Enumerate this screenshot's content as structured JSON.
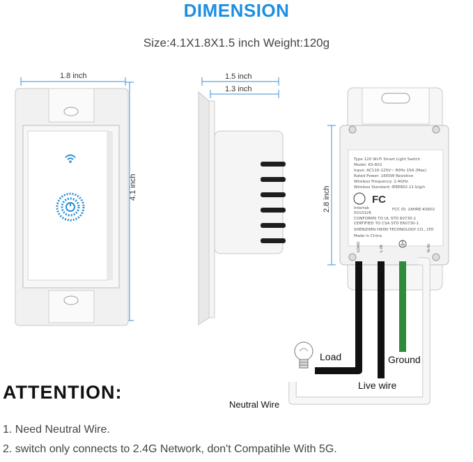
{
  "header": {
    "title": "DIMENSION",
    "size_line": "Size:4.1X1.8X1.5 inch Weight:120g"
  },
  "dimensions": {
    "front_width": "1.8 inch",
    "front_height": "4.1 inch",
    "side_depth_total": "1.5 inch",
    "side_depth_body": "1.3 inch",
    "back_height": "2.8 inch"
  },
  "product_label": {
    "lines": [
      "Type 120 Wi-Fi Smart Light Switch",
      "Model: KS-602",
      "Input: AC110-125V~ 60Hz 15A (Max)",
      "Rated Power: 1650W  Resistive",
      "Wireless Frequency: 2.4GHz",
      "Wireless Standard: IEEE802.11 b/g/n"
    ],
    "fc_mark": "FC",
    "fcc_id": "FCC ID: 2AHRE-KS602",
    "intertek": "Intertek",
    "intertek_no": "5010326",
    "conform_1": "CONFORMS TO UL STD 60730-1",
    "conform_2": "CERTIFIED TO CSA STD E60730-1",
    "maker": "SHENZHEN HIDIN TECHNOLOGY CO., LTD",
    "origin": "Made in China",
    "terminals": [
      "LOAD",
      "L-IN",
      "N-IN"
    ]
  },
  "wires": {
    "load": "Load",
    "ground": "Ground",
    "live": "Live wire",
    "neutral": "Neutral Wire",
    "colors": {
      "load": "#111111",
      "live": "#111111",
      "ground": "#2f8a3a",
      "neutral": "#f4f4f4"
    }
  },
  "attention": {
    "heading": "ATTENTION:",
    "notes": [
      "1. Need Neutral Wire.",
      "2. switch only connects to 2.4G Network, don't Compatihle With 5G."
    ]
  }
}
